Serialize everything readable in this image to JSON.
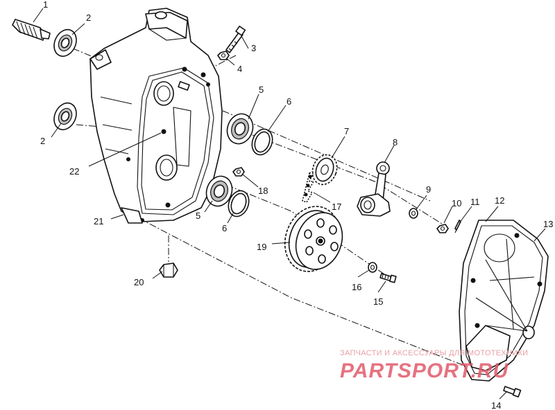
{
  "callouts": [
    "1",
    "2",
    "2",
    "3",
    "4",
    "5",
    "5",
    "6",
    "6",
    "7",
    "8",
    "9",
    "10",
    "11",
    "12",
    "13",
    "14",
    "15",
    "16",
    "17",
    "18",
    "19",
    "20",
    "21",
    "22"
  ],
  "watermark": {
    "caption": "ЗАПЧАСТИ И АКСЕССУАРЫ ДЛЯ МОТОТЕХНИКИ",
    "logo": "PARTSPORT.RU"
  }
}
